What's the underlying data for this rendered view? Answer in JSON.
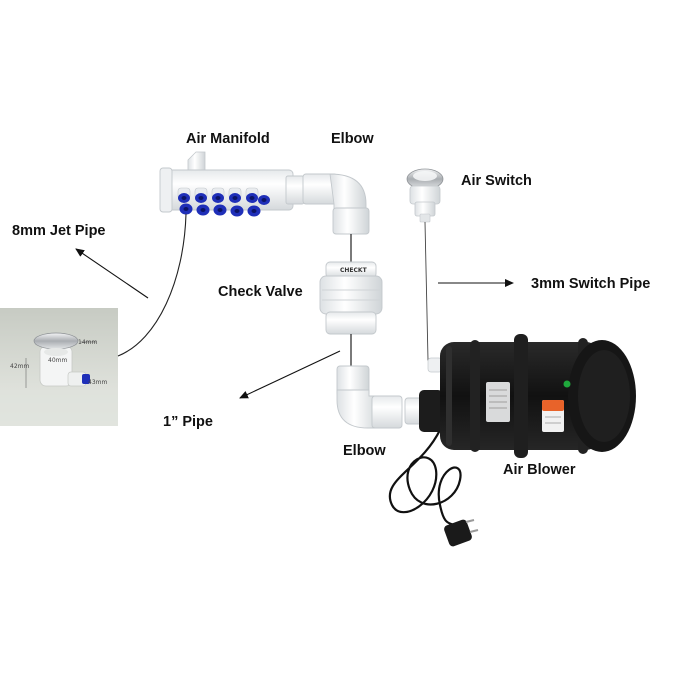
{
  "labels": {
    "air_manifold": "Air Manifold",
    "elbow_top": "Elbow",
    "air_switch": "Air Switch",
    "jet_pipe": "8mm Jet Pipe",
    "check_valve": "Check Valve",
    "switch_pipe": "3mm Switch Pipe",
    "pipe_1in": "1” Pipe",
    "elbow_bottom": "Elbow",
    "air_blower": "Air Blower"
  },
  "check_valve_text": "CHECKT",
  "jet_photo_dims": [
    "14mm",
    "40mm",
    "42mm",
    "43mm"
  ],
  "colors": {
    "background": "#ffffff",
    "pvc_white": "#f2f4f5",
    "fitting_blue": "#1f2fb8",
    "blower_black": "#141414",
    "indicator_green": "#1fa83c",
    "warning_orange": "#e8632a",
    "chrome": "#b9bcc0"
  },
  "icons": [
    "arrow-icon",
    "plug-icon"
  ]
}
